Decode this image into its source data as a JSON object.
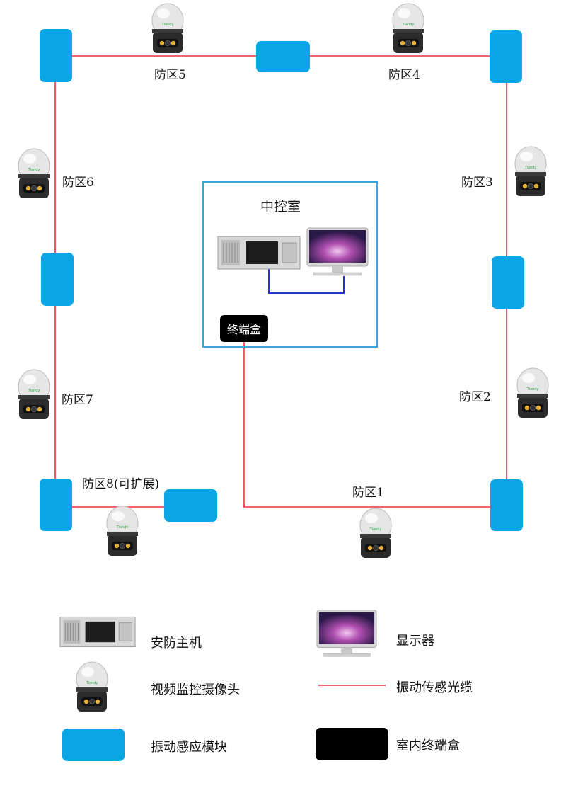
{
  "zones": {
    "z1": "防区1",
    "z2": "防区2",
    "z3": "防区3",
    "z4": "防区4",
    "z5": "防区5",
    "z6": "防区6",
    "z7": "防区7",
    "z8": "防区8(可扩展)"
  },
  "control_room": {
    "title": "中控室",
    "terminal_box": "终端盒"
  },
  "legend": {
    "host": "安防主机",
    "display": "显示器",
    "camera": "视频监控摄像头",
    "cable": "振动传感光缆",
    "module": "振动感应模块",
    "indoor_box": "室内终端盒"
  },
  "colors": {
    "cable": "#e8333a",
    "module": "#0aa6e6",
    "data_link": "#2233cc",
    "room_border": "#3aa6de",
    "terminal_box": "#000000"
  }
}
